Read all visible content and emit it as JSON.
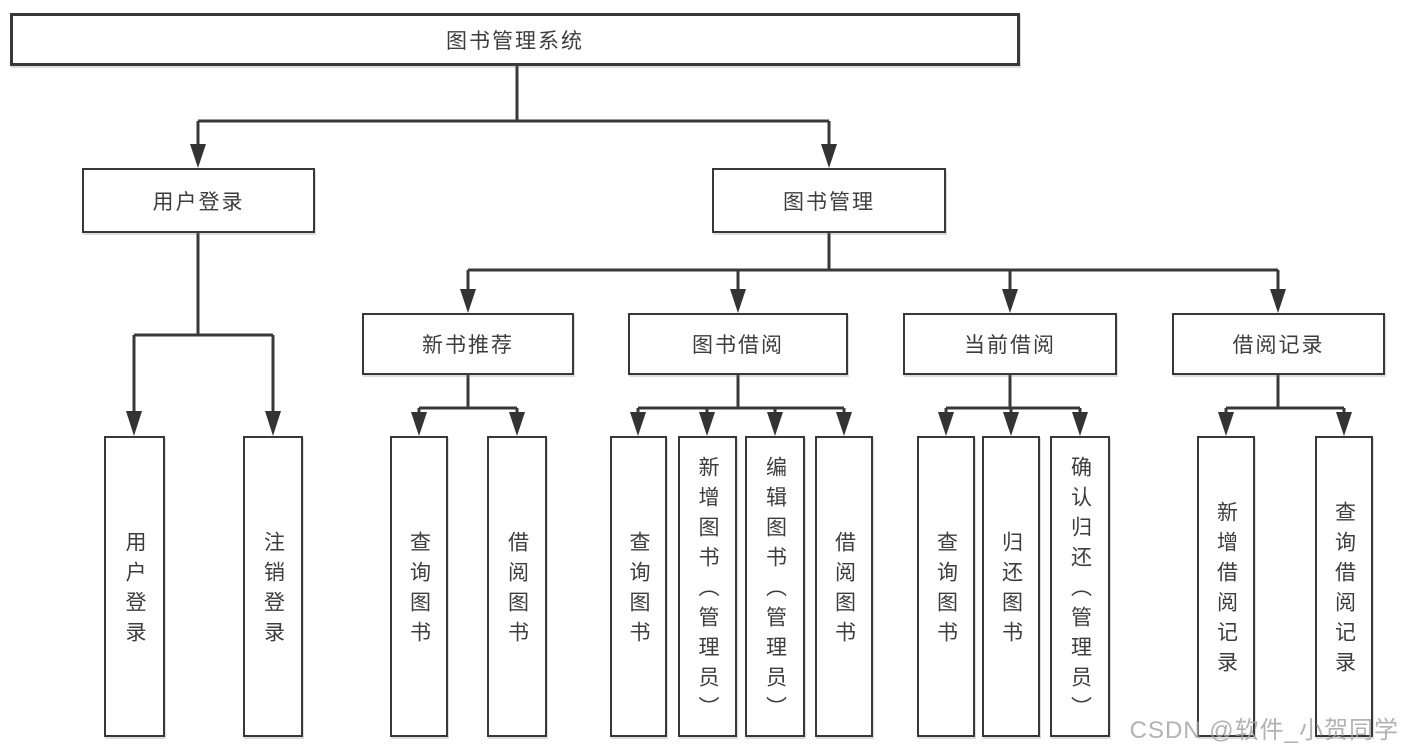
{
  "diagram": {
    "root": {
      "label": "图书管理系统"
    },
    "branches": [
      {
        "label": "用户登录",
        "children": [
          {
            "label": "用户登录"
          },
          {
            "label": "注销登录"
          }
        ]
      },
      {
        "label": "图书管理",
        "children": [
          {
            "label": "新书推荐",
            "children": [
              {
                "label": "查询图书"
              },
              {
                "label": "借阅图书"
              }
            ]
          },
          {
            "label": "图书借阅",
            "children": [
              {
                "label": "查询图书"
              },
              {
                "label": "新增图书（管理员）"
              },
              {
                "label": "编辑图书（管理员）"
              },
              {
                "label": "借阅图书"
              }
            ]
          },
          {
            "label": "当前借阅",
            "children": [
              {
                "label": "查询图书"
              },
              {
                "label": "归还图书"
              },
              {
                "label": "确认归还（管理员）"
              }
            ]
          },
          {
            "label": "借阅记录",
            "children": [
              {
                "label": "新增借阅记录"
              },
              {
                "label": "查询借阅记录"
              }
            ]
          }
        ]
      }
    ]
  },
  "watermark": "CSDN @软件_小贺同学",
  "colors": {
    "line": "#383838",
    "text": "#3d3d3d",
    "box_background": "#ffffff",
    "watermark": "#a5a5a5"
  }
}
